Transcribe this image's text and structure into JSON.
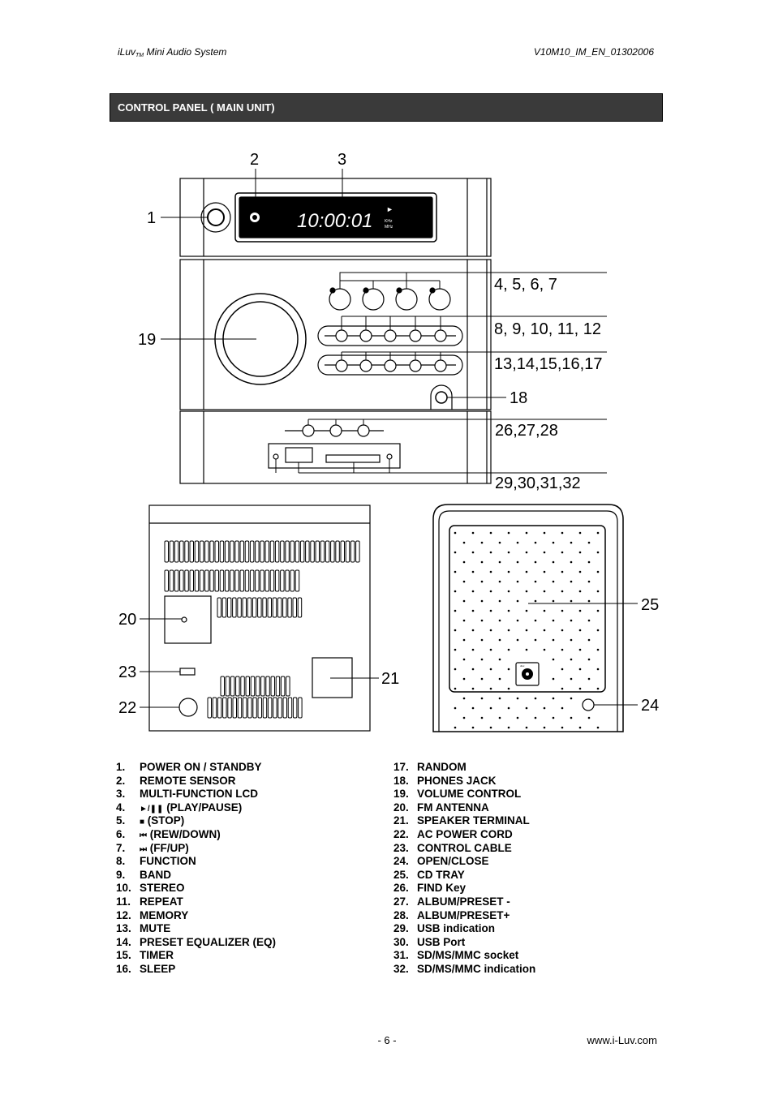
{
  "header": {
    "product": "iLuv",
    "product_sub": "TM",
    "product_rest": " Mini Audio System",
    "doc_code": "V10M10_IM_EN_01302006"
  },
  "section_title": "CONTROL PANEL ( MAIN UNIT)",
  "diagram": {
    "lcd_time": "10:00:01",
    "lcd_play_symbol": "►",
    "lcd_band_top": "KHz",
    "lcd_band_bottom": "MHz",
    "callouts": {
      "c1": "1",
      "c2": "2",
      "c3": "3",
      "c4_7": "4, 5, 6, 7",
      "c8_12": "8, 9, 10, 11, 12",
      "c13_17": "13,14,15,16,17",
      "c18": "18",
      "c19": "19",
      "c26_28": "26,27,28",
      "c29_32": "29,30,31,32",
      "c20": "20",
      "c21": "21",
      "c22": "22",
      "c23": "23",
      "c24": "24",
      "c25": "25"
    },
    "cd_logo": "disc"
  },
  "legend_left": [
    {
      "num": "1.",
      "label": "POWER ON / STANDBY"
    },
    {
      "num": "2.",
      "label": "REMOTE SENSOR"
    },
    {
      "num": "3.",
      "label": "MULTI-FUNCTION LCD"
    },
    {
      "num": "4.",
      "glyph": "►/❚❚",
      "label": " (PLAY/PAUSE)"
    },
    {
      "num": "5.",
      "glyph": "■",
      "label": " (STOP)"
    },
    {
      "num": "6.",
      "glyph": "⏮",
      "label": " (REW/DOWN)"
    },
    {
      "num": "7.",
      "glyph": "⏭",
      "label": " (FF/UP)"
    },
    {
      "num": "8.",
      "label": "FUNCTION"
    },
    {
      "num": "9.",
      "label": "BAND"
    },
    {
      "num": "10.",
      "label": "STEREO"
    },
    {
      "num": "11.",
      "label": "REPEAT"
    },
    {
      "num": "12.",
      "label": "MEMORY"
    },
    {
      "num": "13.",
      "label": "MUTE"
    },
    {
      "num": "14.",
      "label": "PRESET EQUALIZER (EQ)"
    },
    {
      "num": "15.",
      "label": "TIMER"
    },
    {
      "num": "16.",
      "label": "SLEEP"
    }
  ],
  "legend_right": [
    {
      "num": "17.",
      "label": "RANDOM"
    },
    {
      "num": "18.",
      "label": "PHONES JACK"
    },
    {
      "num": "19.",
      "label": "VOLUME CONTROL"
    },
    {
      "num": "20.",
      "label": "FM ANTENNA"
    },
    {
      "num": "21.",
      "label": "SPEAKER TERMINAL"
    },
    {
      "num": "22.",
      "label": "AC POWER CORD"
    },
    {
      "num": "23.",
      "label": "CONTROL CABLE"
    },
    {
      "num": "24.",
      "label": "OPEN/CLOSE"
    },
    {
      "num": "25.",
      "label": "CD TRAY"
    },
    {
      "num": "26.",
      "label": "FIND Key"
    },
    {
      "num": "27.",
      "label": "ALBUM/PRESET -"
    },
    {
      "num": "28.",
      "label": "ALBUM/PRESET+"
    },
    {
      "num": "29.",
      "label": "USB indication"
    },
    {
      "num": "30.",
      "label": "USB Port"
    },
    {
      "num": "31.",
      "label": "SD/MS/MMC socket"
    },
    {
      "num": "32.",
      "label": "SD/MS/MMC indication"
    }
  ],
  "footer": {
    "page": "- 6 -",
    "url": "www.i-Luv.com"
  }
}
